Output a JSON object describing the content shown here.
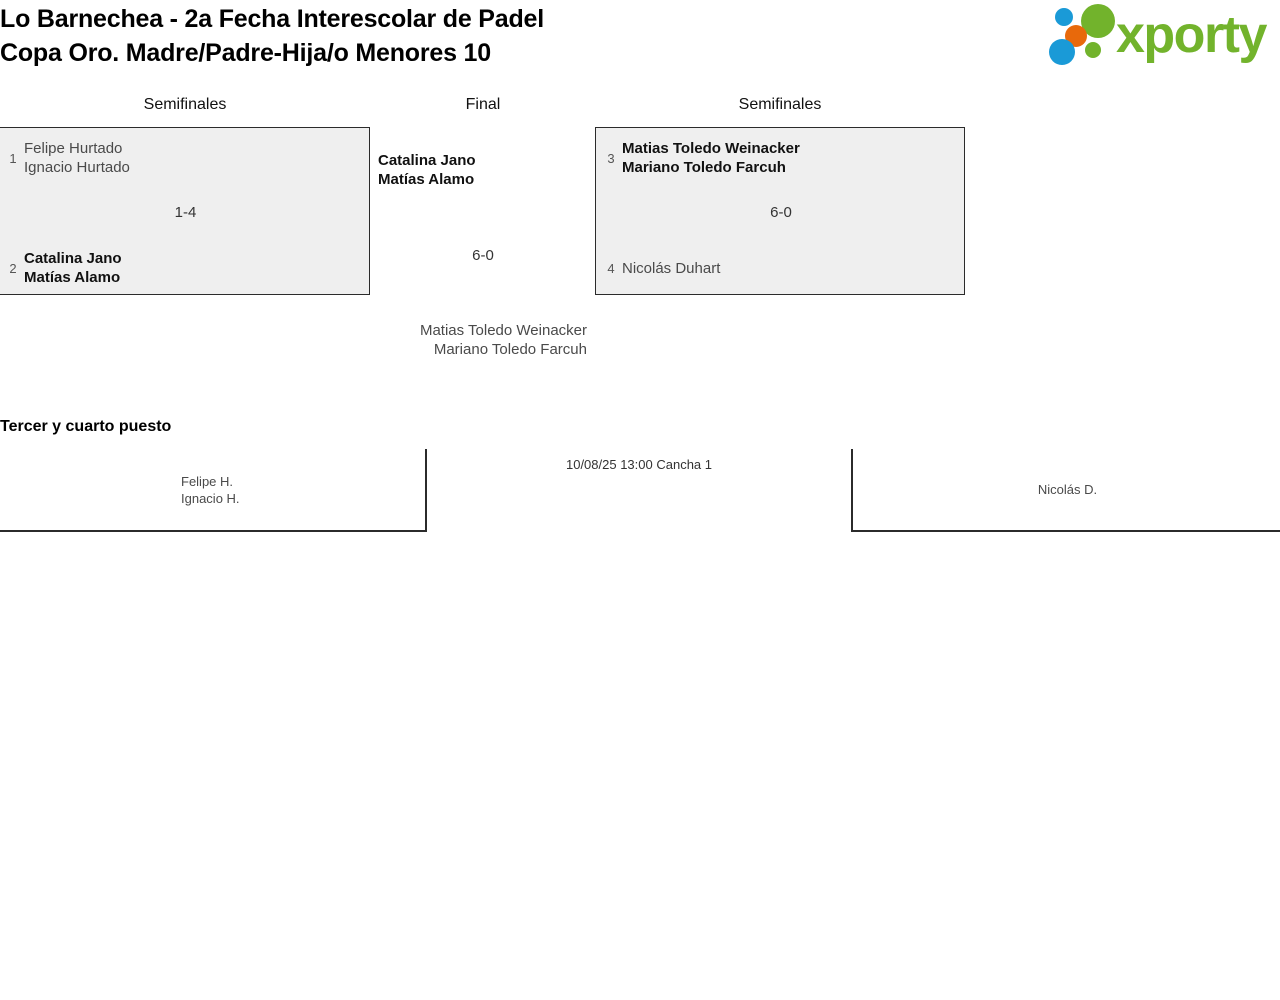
{
  "header": {
    "title_line1": "Lo Barnechea - 2a Fecha Interescolar de Padel",
    "title_line2": "Copa Oro. Madre/Padre-Hija/o Menores 10",
    "logo": {
      "wordmark": "xporty",
      "green": "#72b32c",
      "blue": "#1a9ad7",
      "orange": "#e8690b"
    }
  },
  "rounds": {
    "semifinals_left": "Semifinales",
    "final": "Final",
    "semifinals_right": "Semifinales"
  },
  "bracket": {
    "semifinal_1": {
      "score": "1-4",
      "team_top": {
        "seed": "1",
        "player1": "Felipe Hurtado",
        "player2": "Ignacio Hurtado",
        "result": "loser"
      },
      "team_bottom": {
        "seed": "2",
        "player1": "Catalina Jano",
        "player2": "Matías Alamo",
        "result": "winner"
      }
    },
    "semifinal_2": {
      "score": "6-0",
      "team_top": {
        "seed": "3",
        "player1": "Matias Toledo Weinacker",
        "player2": "Mariano Toledo Farcuh",
        "result": "winner"
      },
      "team_bottom": {
        "seed": "4",
        "player1": "Nicolás Duhart",
        "player2": "",
        "result": "loser"
      }
    },
    "final_match": {
      "score": "6-0",
      "team_top": {
        "player1": "Catalina Jano",
        "player2": "Matías Alamo",
        "result": "winner"
      },
      "team_bottom": {
        "player1": "Matias Toledo Weinacker",
        "player2": "Mariano Toledo Farcuh",
        "result": "loser"
      }
    }
  },
  "third_place": {
    "title": "Tercer y cuarto puesto",
    "meta": "10/08/25 13:00 Cancha 1",
    "team_left": {
      "player1": "Felipe H.",
      "player2": "Ignacio H."
    },
    "team_right": {
      "player1": "Nicolás D."
    }
  }
}
